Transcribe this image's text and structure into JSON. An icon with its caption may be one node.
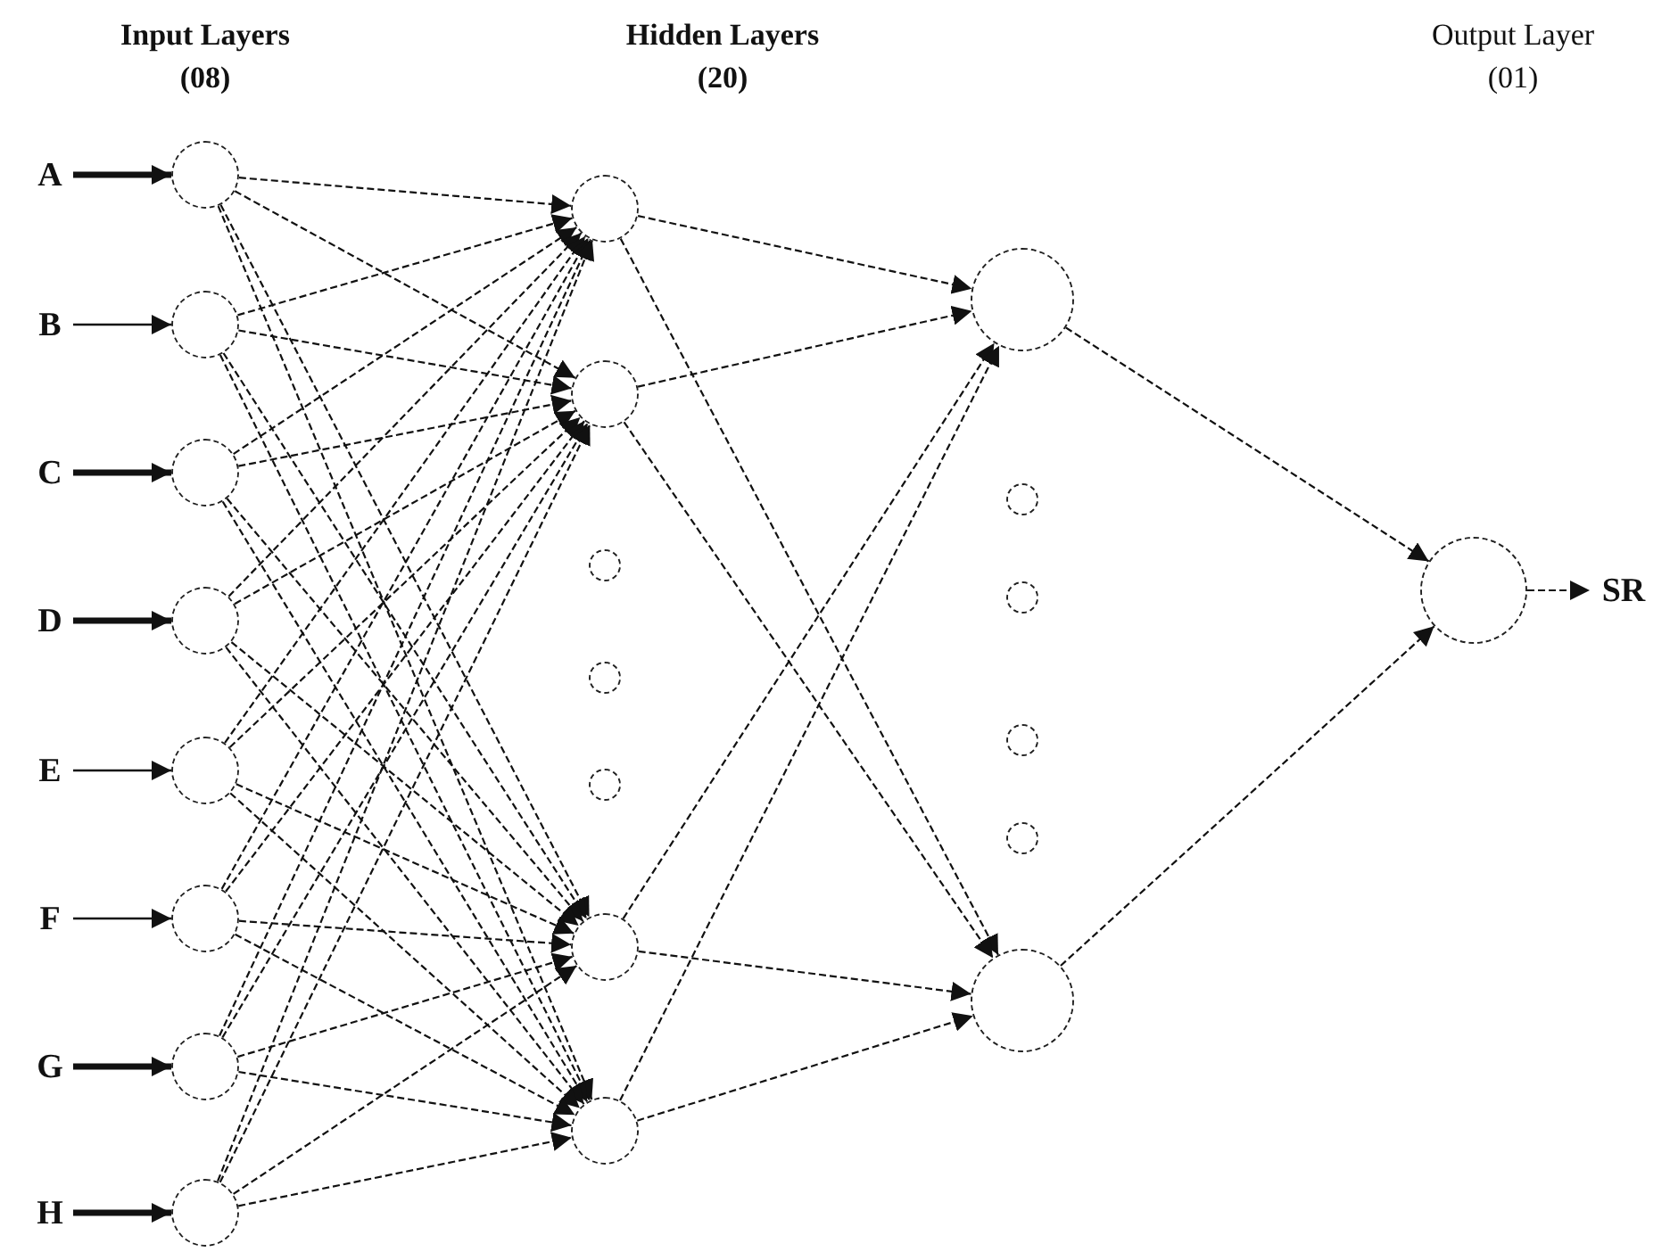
{
  "diagram": {
    "nodes": [
      {
        "text": [
          "A"
        ]
      },
      {
        "text": [
          "B"
        ]
      },
      {
        "text": [
          "C"
        ]
      },
      {
        "text": [
          "D"
        ]
      },
      {
        "text": [
          "E"
        ]
      },
      {
        "text": [
          "F"
        ]
      },
      {
        "text": [
          "G"
        ]
      },
      {
        "text": [
          "H"
        ]
      },
      {
        "text": [],
        "shape": "circle"
      },
      {
        "text": [],
        "shape": "circle"
      },
      {
        "text": [],
        "shape": "circle"
      },
      {
        "text": [],
        "shape": "circle"
      },
      {
        "text": [],
        "shape": "circle"
      },
      {
        "text": [],
        "shape": "circle"
      },
      {
        "text": [],
        "shape": "circle"
      },
      {
        "text": [],
        "shape": "circle"
      },
      {
        "text": [],
        "shape": "circle"
      },
      {
        "text": [],
        "shape": "circle"
      },
      {
        "text": [],
        "shape": "circle"
      },
      {
        "text": [],
        "shape": "circle"
      },
      {
        "text": [],
        "shape": "circle"
      },
      {
        "text": [],
        "shape": "circle"
      },
      {
        "text": [],
        "shape": "circle"
      },
      {
        "text": [],
        "shape": "circle"
      },
      {
        "text": [],
        "shape": "circle"
      },
      {
        "text": [],
        "shape": "circle"
      },
      {
        "text": [],
        "shape": "circle"
      },
      {
        "text": [],
        "shape": "circle"
      },
      {
        "text": [],
        "shape": "circle"
      },
      {
        "text": [],
        "shape": "circle"
      },
      {
        "text": [
          "SR"
        ]
      }
    ],
    "edges": [
      {
        "from": 0,
        "to": 8,
        "arrow": "to",
        "style": "thick"
      },
      {
        "from": 1,
        "to": 9,
        "arrow": "to"
      },
      {
        "from": 2,
        "to": 10,
        "arrow": "to",
        "style": "thick"
      },
      {
        "from": 3,
        "to": 11,
        "arrow": "to",
        "style": "thick"
      },
      {
        "from": 4,
        "to": 12,
        "arrow": "to"
      },
      {
        "from": 5,
        "to": 13,
        "arrow": "to"
      },
      {
        "from": 6,
        "to": 14,
        "arrow": "to",
        "style": "thick"
      },
      {
        "from": 7,
        "to": 15,
        "arrow": "to",
        "style": "thick"
      },
      {
        "from": 8,
        "to": 16,
        "arrow": "to",
        "style": "dashed"
      },
      {
        "from": 8,
        "to": 17,
        "arrow": "to",
        "style": "dashed"
      },
      {
        "from": 8,
        "to": 21,
        "arrow": "to",
        "style": "dashed"
      },
      {
        "from": 8,
        "to": 22,
        "arrow": "to",
        "style": "dashed"
      },
      {
        "from": 9,
        "to": 16,
        "arrow": "to",
        "style": "dashed"
      },
      {
        "from": 9,
        "to": 17,
        "arrow": "to",
        "style": "dashed"
      },
      {
        "from": 9,
        "to": 21,
        "arrow": "to",
        "style": "dashed"
      },
      {
        "from": 9,
        "to": 22,
        "arrow": "to",
        "style": "dashed"
      },
      {
        "from": 10,
        "to": 16,
        "arrow": "to",
        "style": "dashed"
      },
      {
        "from": 10,
        "to": 17,
        "arrow": "to",
        "style": "dashed"
      },
      {
        "from": 10,
        "to": 21,
        "arrow": "to",
        "style": "dashed"
      },
      {
        "from": 10,
        "to": 22,
        "arrow": "to",
        "style": "dashed"
      },
      {
        "from": 11,
        "to": 16,
        "arrow": "to",
        "style": "dashed"
      },
      {
        "from": 11,
        "to": 17,
        "arrow": "to",
        "style": "dashed"
      },
      {
        "from": 11,
        "to": 21,
        "arrow": "to",
        "style": "dashed"
      },
      {
        "from": 11,
        "to": 22,
        "arrow": "to",
        "style": "dashed"
      },
      {
        "from": 12,
        "to": 16,
        "arrow": "to",
        "style": "dashed"
      },
      {
        "from": 12,
        "to": 17,
        "arrow": "to",
        "style": "dashed"
      },
      {
        "from": 12,
        "to": 21,
        "arrow": "to",
        "style": "dashed"
      },
      {
        "from": 12,
        "to": 22,
        "arrow": "to",
        "style": "dashed"
      },
      {
        "from": 13,
        "to": 16,
        "arrow": "to",
        "style": "dashed"
      },
      {
        "from": 13,
        "to": 17,
        "arrow": "to",
        "style": "dashed"
      },
      {
        "from": 13,
        "to": 21,
        "arrow": "to",
        "style": "dashed"
      },
      {
        "from": 13,
        "to": 22,
        "arrow": "to",
        "style": "dashed"
      },
      {
        "from": 14,
        "to": 16,
        "arrow": "to",
        "style": "dashed"
      },
      {
        "from": 14,
        "to": 17,
        "arrow": "to",
        "style": "dashed"
      },
      {
        "from": 14,
        "to": 21,
        "arrow": "to",
        "style": "dashed"
      },
      {
        "from": 14,
        "to": 22,
        "arrow": "to",
        "style": "dashed"
      },
      {
        "from": 15,
        "to": 16,
        "arrow": "to",
        "style": "dashed"
      },
      {
        "from": 15,
        "to": 17,
        "arrow": "to",
        "style": "dashed"
      },
      {
        "from": 15,
        "to": 21,
        "arrow": "to",
        "style": "dashed"
      },
      {
        "from": 15,
        "to": 22,
        "arrow": "to",
        "style": "dashed"
      },
      {
        "from": 16,
        "to": 23,
        "arrow": "to",
        "style": "dashed"
      },
      {
        "from": 16,
        "to": 28,
        "arrow": "to",
        "style": "dashed"
      },
      {
        "from": 17,
        "to": 23,
        "arrow": "to",
        "style": "dashed"
      },
      {
        "from": 17,
        "to": 28,
        "arrow": "to",
        "style": "dashed"
      },
      {
        "from": 21,
        "to": 23,
        "arrow": "to",
        "style": "dashed"
      },
      {
        "from": 21,
        "to": 28,
        "arrow": "to",
        "style": "dashed"
      },
      {
        "from": 22,
        "to": 23,
        "arrow": "to",
        "style": "dashed"
      },
      {
        "from": 22,
        "to": 28,
        "arrow": "to",
        "style": "dashed"
      },
      {
        "from": 23,
        "to": 29,
        "arrow": "to",
        "style": "dashed"
      },
      {
        "from": 28,
        "to": 29,
        "arrow": "to",
        "style": "dashed"
      },
      {
        "from": 29,
        "to": 30,
        "arrow": "to",
        "style": "dashed"
      }
    ],
    "labels": [
      "Input Layers",
      "(08)",
      "Hidden Layers",
      "(20)",
      "Output Layer",
      "(01)"
    ]
  }
}
